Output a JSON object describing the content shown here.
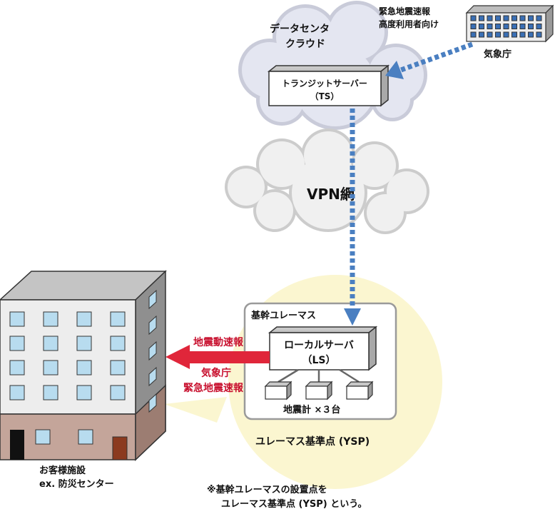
{
  "cloud_datacenter": {
    "line1": "データセンタ",
    "line2": "クラウド"
  },
  "transit_server": {
    "line1": "トランジットサーバー",
    "line2": "（TS）"
  },
  "jma_label": {
    "line1": "緊急地震速報",
    "line2": "高度利用者向け"
  },
  "jma_building": "気象庁",
  "vpn_label": "VPN網",
  "core_uremas": "基幹ユレーマス",
  "local_server": {
    "line1": "ローカルサーバ",
    "line2": "（LS）"
  },
  "seismometer": "地震計 ×３台",
  "ysp_label": "ユレーマス基準点 (YSP)",
  "arrow_label_top": "地震動速報",
  "arrow_label_bottom": {
    "line1": "気象庁",
    "line2": "緊急地震速報"
  },
  "customer": {
    "line1": "お客様施設",
    "line2": "ex. 防災センター"
  },
  "footnote": {
    "line1": "※基幹ユレーマスの設置点を",
    "line2": "ユレーマス基準点 (YSP) という。"
  },
  "colors": {
    "dotted_arrow": "#4a7fc1",
    "red_arrow": "#e0263a",
    "red_text": "#c8102e",
    "ysp_circle": "#fbf6d0",
    "cloud_top_fill": "#e4e6f1",
    "cloud_vpn_fill": "#f0f0f0",
    "building_front": "#ededed",
    "building_window": "#b8dcef"
  }
}
